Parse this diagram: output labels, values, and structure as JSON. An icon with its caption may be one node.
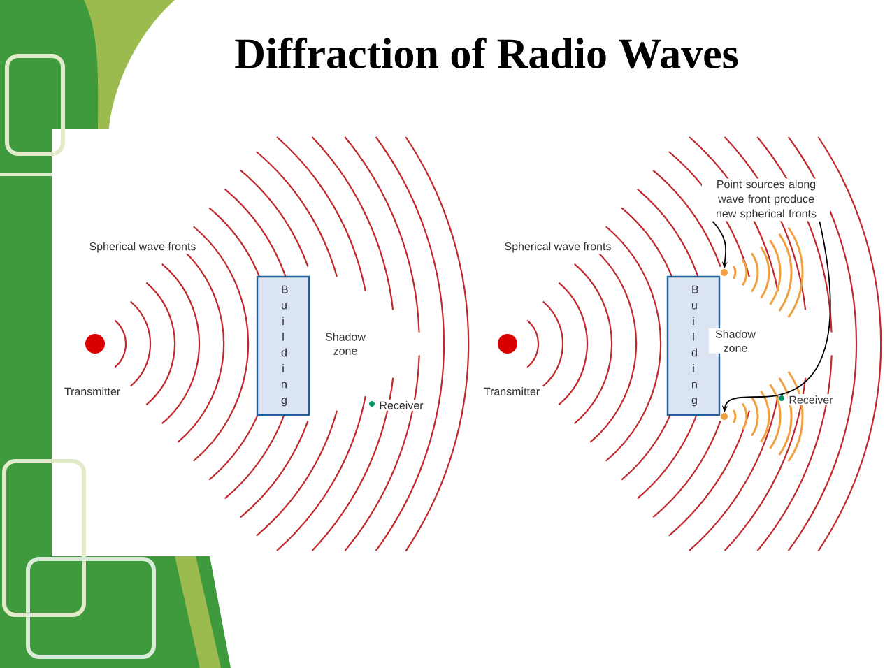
{
  "diagram": {
    "title": "Diffraction of Radio Waves",
    "nodes": [
      {
        "text": [
          "Building"
        ]
      },
      {
        "text": [
          "Building"
        ]
      },
      {
        "text": [
          "Point sources along wave front produce new spherical fronts"
        ]
      },
      {
        "text": [],
        "shape": "circle"
      },
      {
        "text": [],
        "shape": "circle"
      }
    ],
    "edges": [
      {
        "from": 2,
        "to": 3,
        "arrow": "to"
      },
      {
        "from": 2,
        "to": 4,
        "arrow": "to"
      }
    ],
    "labels": [
      "Spherical wave fronts",
      "Shadow zone",
      "Transmitter",
      "Receiver",
      "Spherical wave fronts",
      "Shadow zone",
      "Transmitter",
      "Receiver"
    ]
  }
}
